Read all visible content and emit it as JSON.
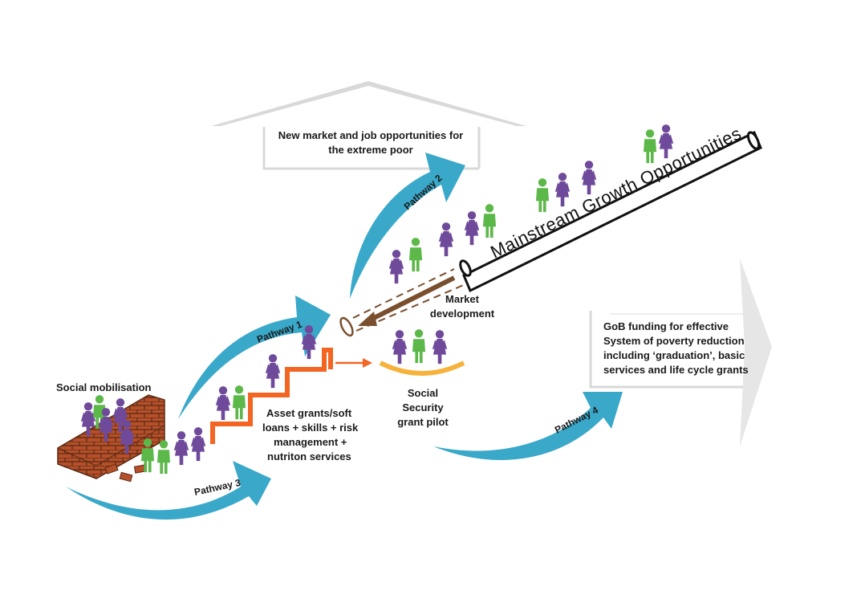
{
  "colors": {
    "arrow_teal": "#3aa8c9",
    "stair_orange": "#f26522",
    "bowl_yellow": "#f7b23b",
    "person_purple": "#6f4a9a",
    "person_green": "#5db84a",
    "brick": "#b5502a",
    "market_brown": "#7a4f2e",
    "frame_grey": "#d9d9d9"
  },
  "labels": {
    "top_box": "New market and job opportunities for the extreme poor",
    "top_box_line1": "New market and job opportunities for",
    "top_box_line2": "the extreme poor",
    "right_box_line1": "GoB funding for effective",
    "right_box_line2": "System of poverty reduction",
    "right_box_line3": "including ‘graduation’, basic",
    "right_box_line4": "services and life cycle grants",
    "social_mobilisation": "Social mobilisation",
    "stairs_line1": "Asset grants/soft",
    "stairs_line2": "loans + skills + risk",
    "stairs_line3": "management +",
    "stairs_line4": "nutriton services",
    "market_line1": "Market",
    "market_line2": "development",
    "social_security_line1": "Social",
    "social_security_line2": "Security",
    "social_security_line3": "grant pilot",
    "pipe": "Mainstream Growth Opportunities"
  },
  "pathways": {
    "p1": "Pathway 1",
    "p2": "Pathway 2",
    "p3": "Pathway 3",
    "p4": "Pathway 4"
  }
}
